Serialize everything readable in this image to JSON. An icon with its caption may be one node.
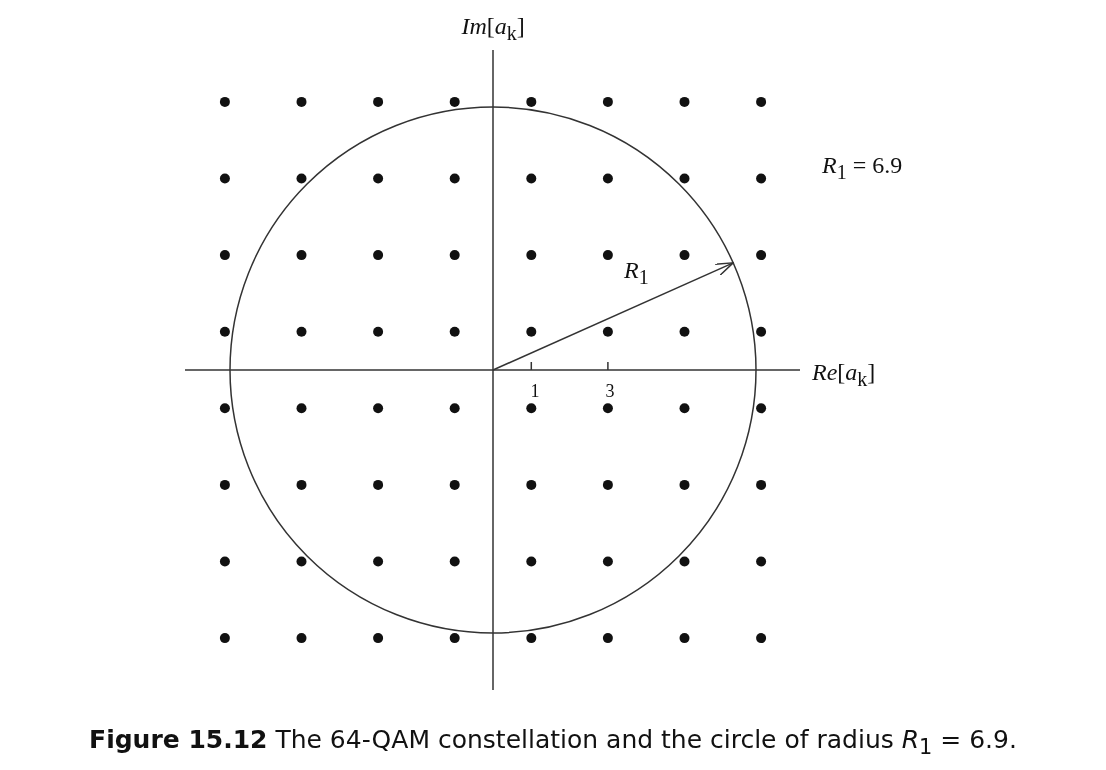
{
  "diagram": {
    "caption": "**Figure 15.12** The 64-QAM constellation and the circle of radius *R*$_{1}$ = 6.9.",
    "labels": [
      "*Im*[*a*$_{k}$]",
      "*R*$_{1}$ = 6.9",
      "*R*$_{1}$",
      "*Re*[*a*$_{k}$]",
      "1",
      "3"
    ]
  }
}
